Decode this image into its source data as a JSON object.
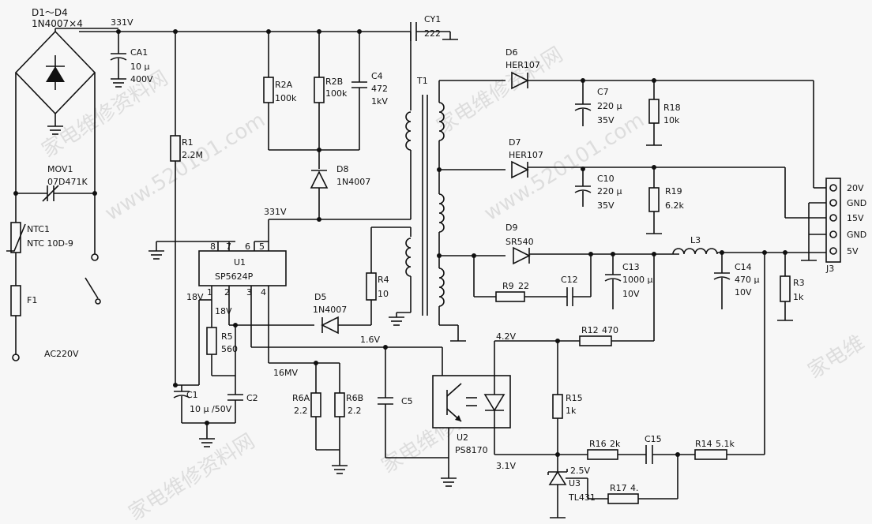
{
  "labels": {
    "D1_D4_name": "D1～D4",
    "D1_D4_val": "1N4007×4",
    "v331_top": "331V",
    "CY1": "CY1",
    "CY1_val": "222",
    "CA1": "CA1",
    "CA1_v1": "10 μ",
    "CA1_v2": "400V",
    "R2A": "R2A",
    "R2A_val": "100k",
    "R2B": "R2B",
    "R2B_val": "100k",
    "C4": "C4",
    "C4_v1": "472",
    "C4_v2": "1kV",
    "T1": "T1",
    "D6": "D6",
    "D6_val": "HER107",
    "C7": "C7",
    "C7_v1": "220 μ",
    "C7_v2": "35V",
    "R18": "R18",
    "R18_val": "10k",
    "MOV1": "MOV1",
    "MOV1_val": "07D471K",
    "R1": "R1",
    "R1_val": "2.2M",
    "D8": "D8",
    "D8_val": "1N4007",
    "D7": "D7",
    "D7_val": "HER107",
    "C10": "C10",
    "C10_v1": "220 μ",
    "C10_v2": "35V",
    "R19": "R19",
    "R19_val": "6.2k",
    "J3_20V": "20V",
    "J3_GND1": "GND",
    "J3_15V": "15V",
    "J3_GND2": "GND",
    "J3_5V": "5V",
    "J3": "J3",
    "v331_mid": "331V",
    "NTC1": "NTC1",
    "NTC1_val": "NTC 10D-9",
    "D9": "D9",
    "D9_val": "SR540",
    "L3": "L3",
    "C14": "C14",
    "C14_v1": "470 μ",
    "C14_v2": "10V",
    "pin8": "8",
    "pin7": "7",
    "pin6": "6",
    "pin5": "5",
    "U1": "U1",
    "U1_val": "SP5624P",
    "pin1": "1",
    "pin2": "2",
    "pin3": "3",
    "pin4": "4",
    "v18_a": "18V",
    "v18_b": "18V",
    "R4": "R4",
    "R4_val": "10",
    "C13": "C13",
    "C13_v1": "1000 μ",
    "C13_v2": "10V",
    "R9": "R9",
    "R9_val": "22",
    "C12": "C12",
    "R3": "R3",
    "R3_val": "1k",
    "F1": "F1",
    "D5": "D5",
    "D5_val": "1N4007",
    "R5": "R5",
    "R5_val": "560",
    "v1_6": "1.6V",
    "v4_2": "4.2V",
    "R12": "R12",
    "R12_val": "470",
    "AC220V": "AC220V",
    "v16mv": "16MV",
    "R6A": "R6A",
    "R6A_val": "2.2",
    "R6B": "R6B",
    "R6B_val": "2.2",
    "C5": "C5",
    "R15": "R15",
    "R15_val": "1k",
    "C1": "C1",
    "C1_val": "10 μ /50V",
    "C2": "C2",
    "U2": "U2",
    "U2_val": "PS8170",
    "R16": "R16",
    "R16_val": "2k",
    "C15": "C15",
    "R14": "R14",
    "R14_val": "5.1k",
    "v3_1": "3.1V",
    "v2_5": "2.5V",
    "U3": "U3",
    "U3_val": "TL431",
    "R17": "R17",
    "R17_val": "4."
  },
  "watermarks": [
    "家电维修资料网",
    "www.520101.com",
    "家电维修资料网",
    "www.520101.com",
    "家电维修资料网",
    "家电维修资料网",
    "家电维"
  ]
}
